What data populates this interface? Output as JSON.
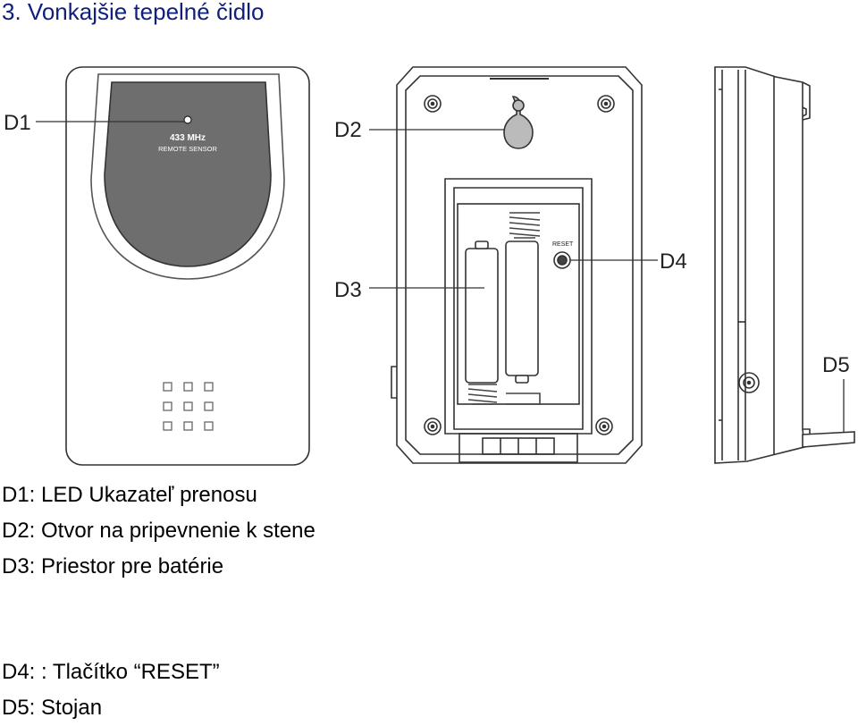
{
  "title": "3. Vonkajšie tepelné čidlo",
  "device_text": {
    "line1": "433 MHz",
    "line2": "REMOTE SENSOR",
    "reset": "RESET"
  },
  "callouts": {
    "d1": "D1",
    "d2": "D2",
    "d3": "D3",
    "d4": "D4",
    "d5": "D5"
  },
  "legend": [
    "D1: LED Ukazateľ prenosu",
    "D2: Otvor na pripevnenie k stene",
    "D3: Priestor pre batérie",
    "D4: : Tlačítko “RESET”",
    "D5: Stojan"
  ]
}
